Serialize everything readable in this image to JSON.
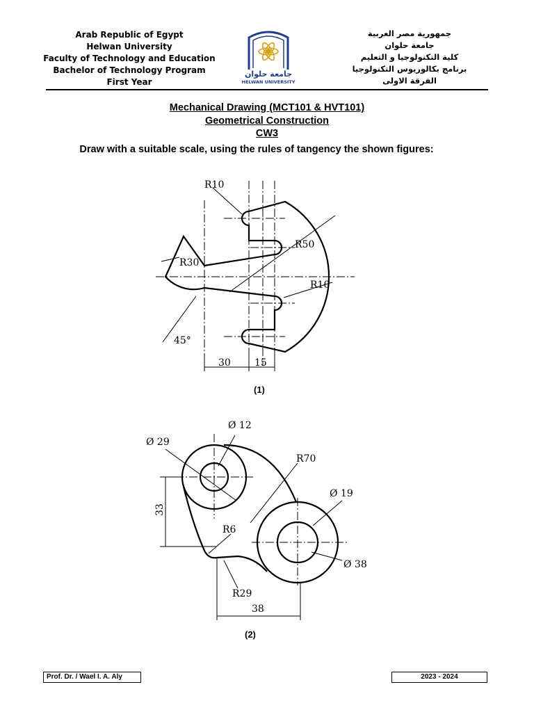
{
  "header": {
    "left_lines": [
      "Arab Republic of Egypt",
      "Helwan University",
      "Faculty of Technology and Education",
      "Bachelor of Technology Program",
      "First Year"
    ],
    "right_lines": [
      "جمهورية مصر العربية",
      "جامعة حلوان",
      "كلية التكنولوجيا و التعليم",
      "برنامج بكالوريوس التكنولوجيا",
      "الفرقة الاولى"
    ],
    "logo": {
      "icon": "helwan-university-logo-icon",
      "arabic_text": "جامعة حلوان",
      "english_text": "HELWAN UNIVERSITY",
      "color": "#1f3d8c",
      "accent_color": "#d4a017"
    }
  },
  "titles": {
    "course": "Mechanical Drawing (MCT101 & HVT101)",
    "topic": "Geometrical Construction",
    "code": "CW3",
    "instruction": "Draw with a suitable scale, using the rules of tangency the shown figures:"
  },
  "figure1": {
    "label": "(1)",
    "dims": {
      "r10_top": "R10",
      "r50": "R50",
      "r30": "R30",
      "r10_right": "R10",
      "angle": "45°",
      "d30": "30",
      "d15": "15"
    }
  },
  "figure2": {
    "label": "(2)",
    "dims": {
      "d12": "Ø 12",
      "d29": "Ø 29",
      "r70": "R70",
      "d19": "Ø 19",
      "d33": "33",
      "r6": "R6",
      "d38c": "Ø 38",
      "r29": "R29",
      "d38": "38"
    }
  },
  "footer": {
    "author": "Prof. Dr. /  Wael I. A. Aly",
    "year": "2023 - 2024"
  }
}
